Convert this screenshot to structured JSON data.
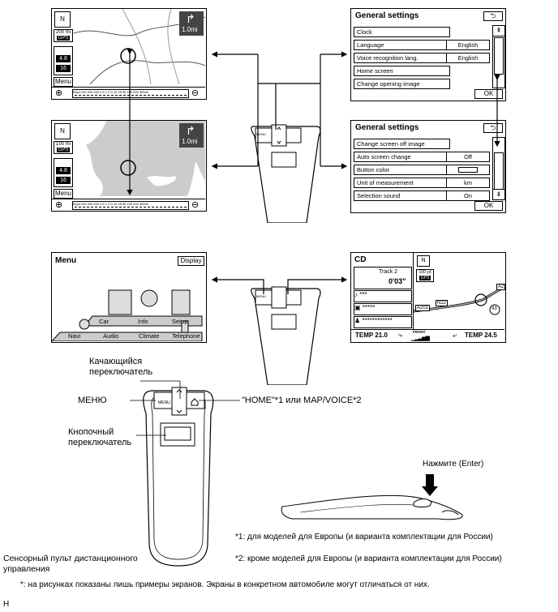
{
  "map_screen": {
    "menu_label": "Menu",
    "scale_top": "200 mi",
    "scale_bottom": "100 mi",
    "gps": "GPS",
    "turn_distance": "1.0mi",
    "speed_a": "4.8",
    "speed_b": "16",
    "plus": "⊕",
    "minus": "⊖",
    "scale_ticks": "50yd 100 200 400 0.5 1 2 5 10 25 50 100 200 300mi"
  },
  "general_settings_1": {
    "title": "General settings",
    "rows": [
      {
        "label": "Clock",
        "value": ""
      },
      {
        "label": "Language",
        "value": "English"
      },
      {
        "label": "Voice recognition lang.",
        "value": "English"
      },
      {
        "label": "Home screen",
        "value": ""
      },
      {
        "label": "Change opening image",
        "value": ""
      }
    ],
    "ok": "OK"
  },
  "general_settings_2": {
    "title": "General settings",
    "rows": [
      {
        "label": "Change screen off image",
        "value": ""
      },
      {
        "label": "Auto screen change",
        "value": "Off"
      },
      {
        "label": "Button color",
        "value": ""
      },
      {
        "label": "Unit of measurement",
        "value": "km"
      },
      {
        "label": "Selection sound",
        "value": "On"
      }
    ],
    "ok": "OK"
  },
  "menu_screen": {
    "title": "Menu",
    "display_button": "Display",
    "items_top": [
      "Car",
      "Info",
      "Setup"
    ],
    "items_bottom": [
      "Navi",
      "Audio",
      "Climate",
      "Telephone"
    ]
  },
  "cd_screen": {
    "title": "CD",
    "track": "Track 2",
    "time": "0'03\"",
    "artist": "***",
    "album": "*****",
    "song": "************",
    "road_a201": "A201",
    "road_n22": "N22",
    "road_a2": "A2",
    "road_43": "43",
    "scale": "100 yd",
    "gps": "GPS",
    "temp_left": "TEMP 21.0",
    "temp_right": "TEMP 24.5",
    "front": "FRONT"
  },
  "remote_small": {
    "menu_key": "MENU"
  },
  "labels": {
    "rocker": "Качающийся\nпереключатель",
    "menu": "МЕНЮ",
    "home": "\"HOME\"*1 или MAP/VOICE*2",
    "button_switch": "Кнопочный\nпереключатель",
    "press": "Нажмите (Enter)",
    "touch_remote": "Сенсорный пульт дистанционного\nуправления",
    "footnote1": "*1: для моделей для Европы (и варианта комплектации для России)",
    "footnote2": "*2: кроме моделей для Европы (и варианта комплектации для России)",
    "footnote_star": "*: на рисунках показаны лишь примеры экранов. Экраны в конкретном автомобиле могут отличаться от них.",
    "corner": "H"
  }
}
